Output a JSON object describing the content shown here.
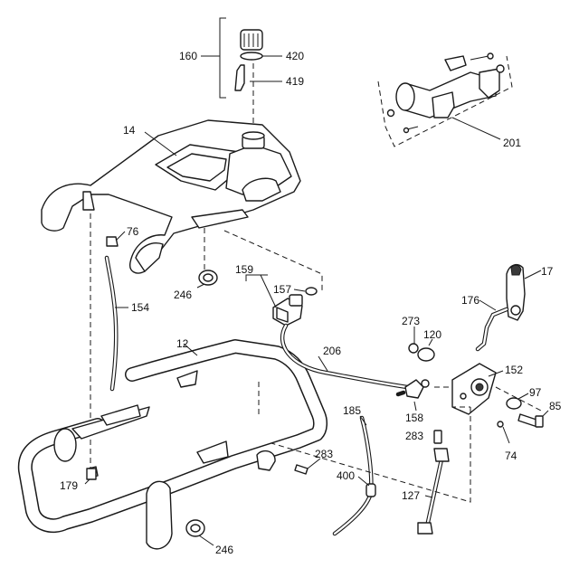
{
  "title": "Exploded parts diagram – fuel tank, frame and throttle assembly",
  "callouts": {
    "p160": "160",
    "p420": "420",
    "p419": "419",
    "p14": "14",
    "p201": "201",
    "p76": "76",
    "p246_top": "246",
    "p159": "159",
    "p157": "157",
    "p17": "17",
    "p176": "176",
    "p154": "154",
    "p273": "273",
    "p120": "120",
    "p12": "12",
    "p206": "206",
    "p152": "152",
    "p97": "97",
    "p85": "85",
    "p185": "185",
    "p158": "158",
    "p74": "74",
    "p283_right": "283",
    "p283_mid": "283",
    "p179": "179",
    "p400": "400",
    "p127": "127",
    "p246_bottom": "246"
  }
}
